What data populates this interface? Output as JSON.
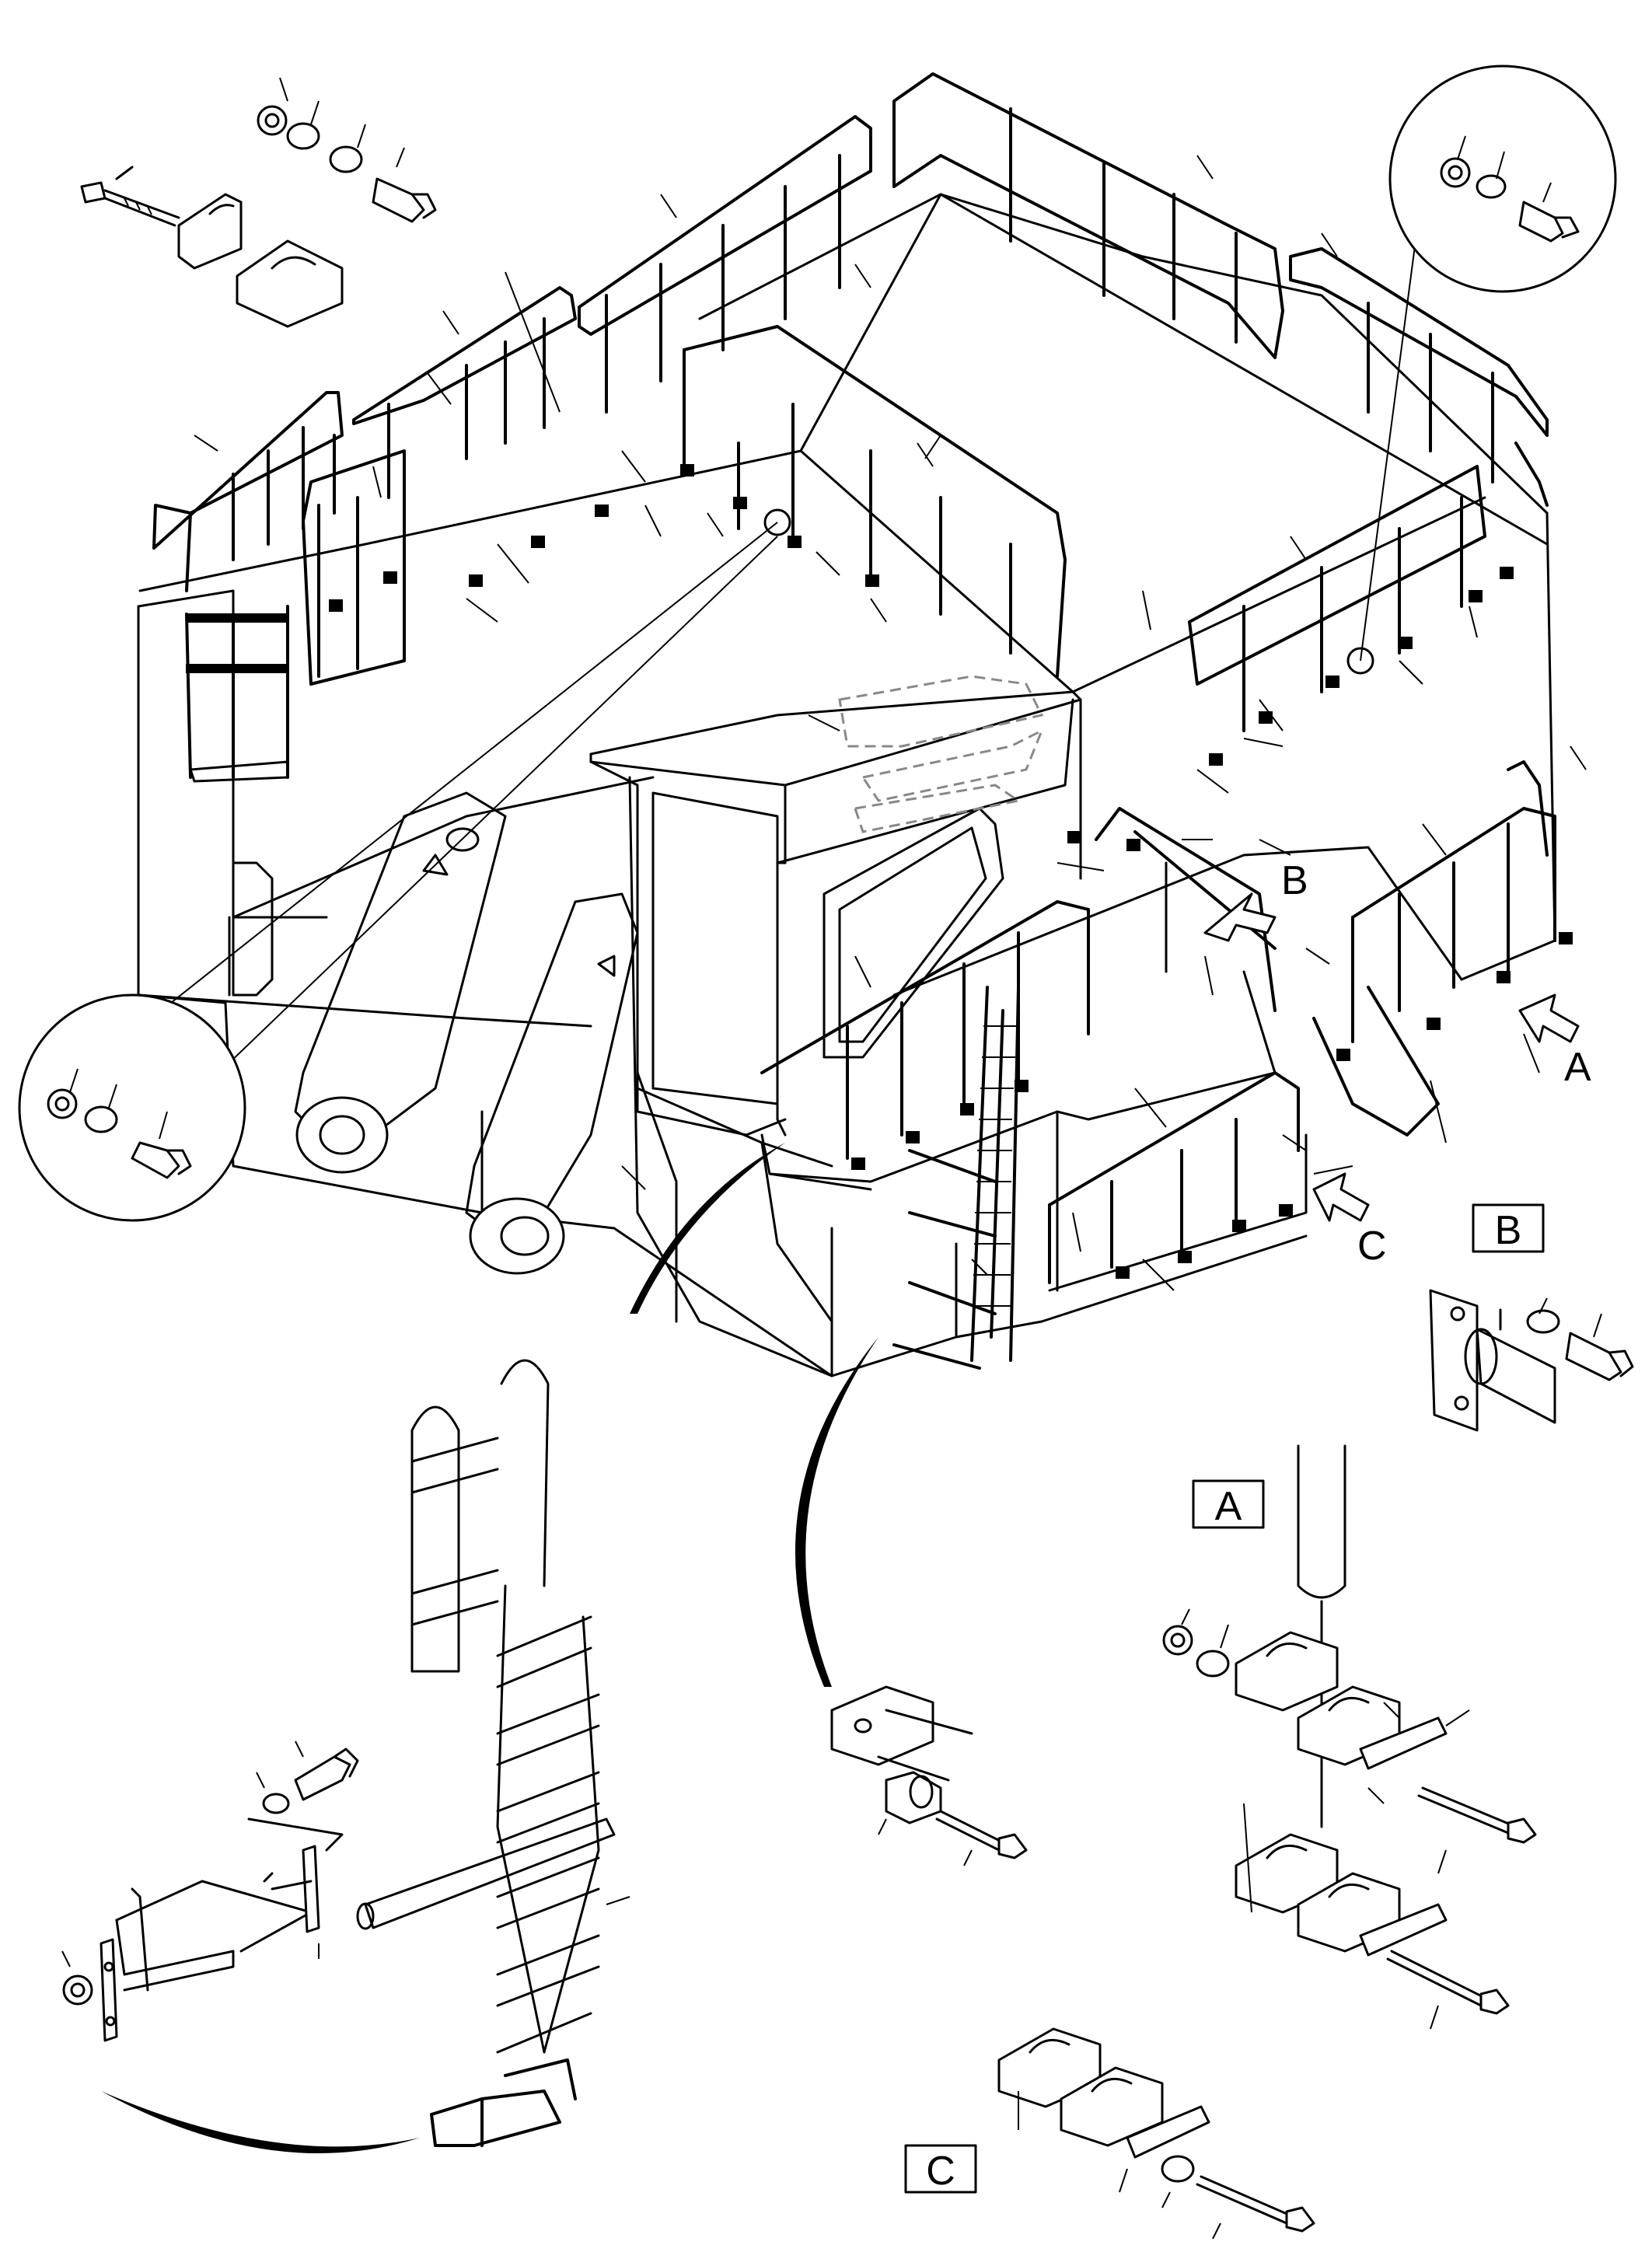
{
  "view_labels": {
    "a": "A",
    "b": "B",
    "c": "C"
  },
  "detail_labels": {
    "a": "A",
    "b": "B",
    "c": "C"
  },
  "colors": {
    "line": "#000000",
    "hidden_line": "#888888",
    "background": "#ffffff"
  }
}
